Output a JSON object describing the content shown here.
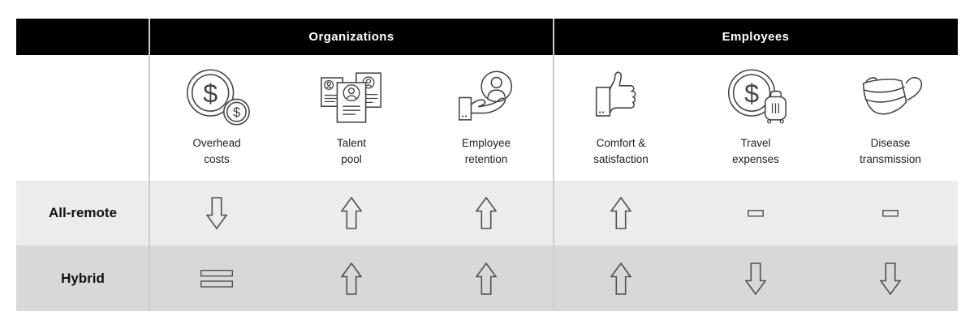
{
  "header": {
    "groups": [
      {
        "label": "Organizations"
      },
      {
        "label": "Employees"
      }
    ]
  },
  "columns": [
    {
      "group": "Organizations",
      "line1": "Overhead",
      "line2": "costs",
      "icon": "coins-icon"
    },
    {
      "group": "Organizations",
      "line1": "Talent",
      "line2": "pool",
      "icon": "resumes-icon"
    },
    {
      "group": "Organizations",
      "line1": "Employee",
      "line2": "retention",
      "icon": "hand-holding-person-icon"
    },
    {
      "group": "Employees",
      "line1": "Comfort &",
      "line2": "satisfaction",
      "icon": "thumbs-up-icon"
    },
    {
      "group": "Employees",
      "line1": "Travel",
      "line2": "expenses",
      "icon": "coin-suitcase-icon"
    },
    {
      "group": "Employees",
      "line1": "Disease",
      "line2": "transmission",
      "icon": "face-mask-icon"
    }
  ],
  "rows": [
    {
      "label": "All-remote",
      "cells": [
        "down",
        "up",
        "up",
        "up",
        "neutral",
        "neutral"
      ]
    },
    {
      "label": "Hybrid",
      "cells": [
        "equal",
        "up",
        "up",
        "up",
        "down",
        "down"
      ]
    }
  ],
  "symbols": {
    "up": "arrow-up-outline",
    "down": "arrow-down-outline",
    "neutral": "dash-rectangle-outline",
    "equal": "equals-double-bar-outline"
  },
  "colors": {
    "header_bg": "#000000",
    "header_text": "#ffffff",
    "all_remote_row_bg": "#ececec",
    "hybrid_row_bg": "#d8d8d8",
    "divider": "#cccccc",
    "icon_stroke": "#444444",
    "symbol_stroke": "#4f4f4f",
    "label_text": "#222222"
  },
  "chart_data": {
    "type": "table",
    "title": "",
    "column_groups": [
      {
        "label": "Organizations",
        "columns": [
          "Overhead costs",
          "Talent pool",
          "Employee retention"
        ]
      },
      {
        "label": "Employees",
        "columns": [
          "Comfort & satisfaction",
          "Travel expenses",
          "Disease transmission"
        ]
      }
    ],
    "row_labels": [
      "All-remote",
      "Hybrid"
    ],
    "cells": [
      [
        "decrease",
        "increase",
        "increase",
        "increase",
        "no-change",
        "no-change"
      ],
      [
        "equal",
        "increase",
        "increase",
        "increase",
        "decrease",
        "decrease"
      ]
    ],
    "legend_note": "hollow up arrow = increase, hollow down arrow = decrease, small rectangle = no change, double bars = equal"
  }
}
